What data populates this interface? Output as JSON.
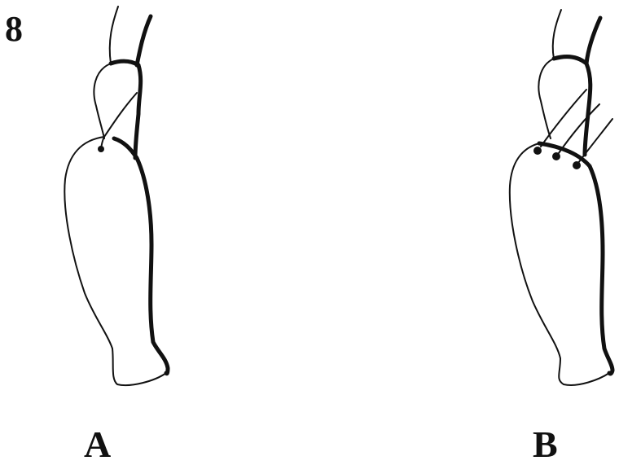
{
  "figure": {
    "number": "8",
    "panels": [
      {
        "label": "A"
      },
      {
        "label": "B"
      }
    ]
  }
}
